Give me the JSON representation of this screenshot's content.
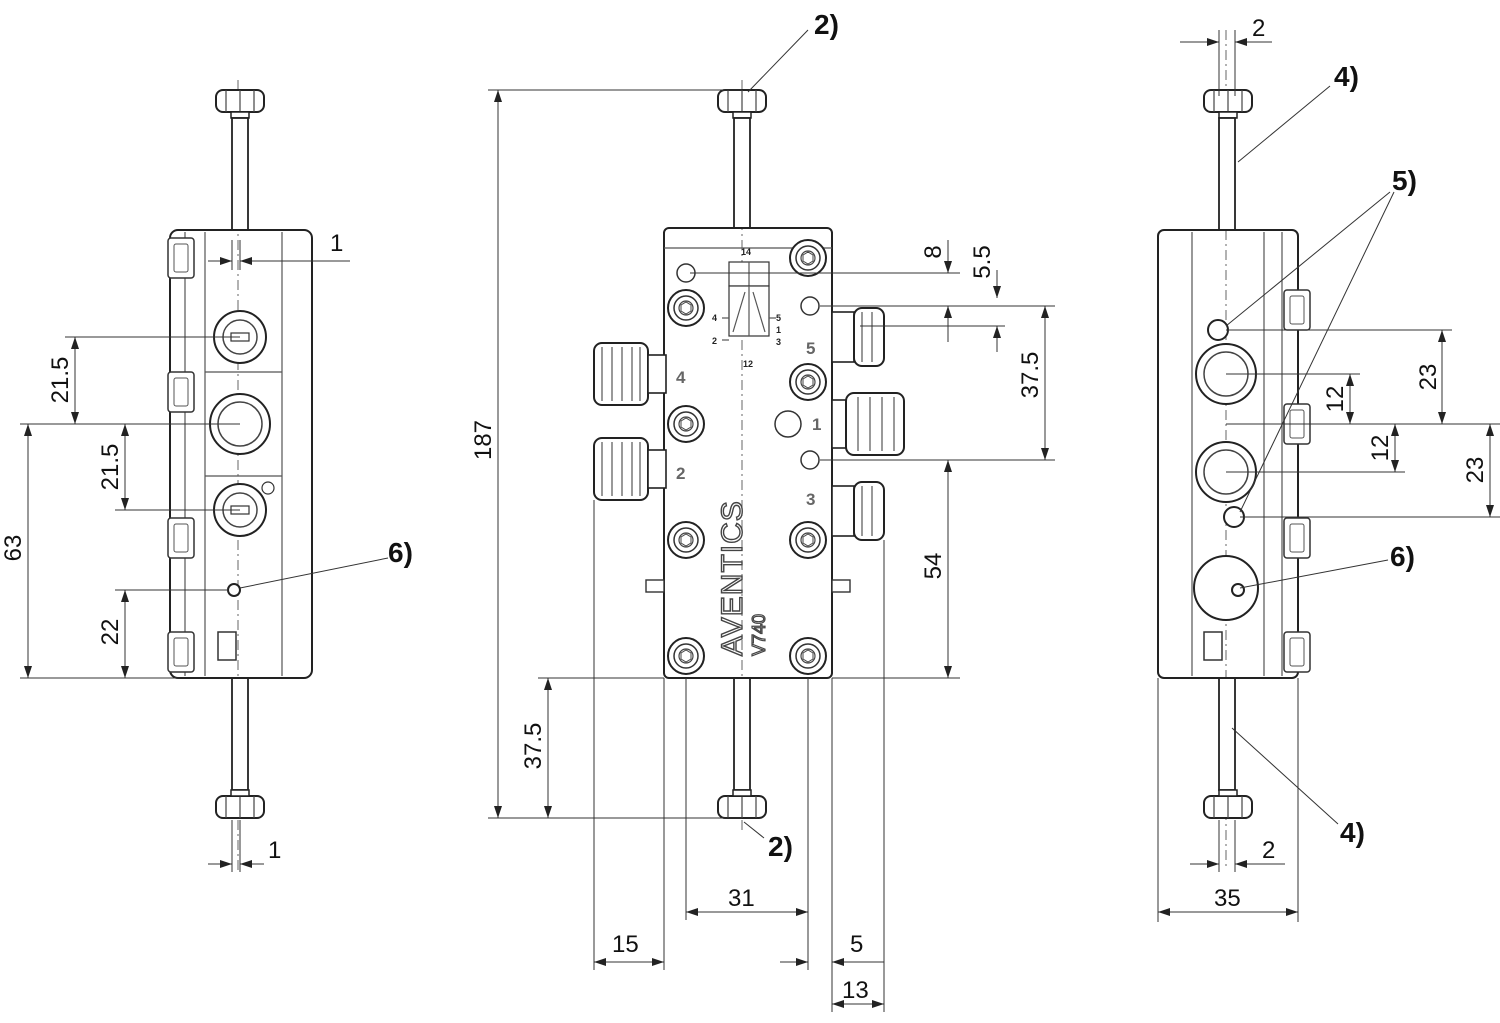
{
  "left_view": {
    "dims": {
      "d1_top": "1",
      "d21_5_a": "21.5",
      "d21_5_b": "21.5",
      "d63": "63",
      "d22": "22",
      "d1_bottom": "1"
    },
    "callout_6": "6)"
  },
  "center_view": {
    "dims": {
      "d187": "187",
      "d8": "8",
      "d5_5": "5.5",
      "d37_5_right": "37.5",
      "d54": "54",
      "d37_5_left": "37.5",
      "d31": "31",
      "d15": "15",
      "d5": "5",
      "d13": "13"
    },
    "callout_2_top": "2)",
    "callout_2_bottom": "2)",
    "ports": {
      "p4": "4",
      "p2": "2",
      "p5": "5",
      "p1": "1",
      "p3": "3"
    },
    "symbol": {
      "s14": "14",
      "s12": "12",
      "s4": "4",
      "s2": "2",
      "s5": "5",
      "s1": "1",
      "s3": "3"
    },
    "brand": "AVENTICS",
    "model": "V740"
  },
  "right_view": {
    "dims": {
      "d2_top": "2",
      "d23_a": "23",
      "d12_a": "12",
      "d12_b": "12",
      "d23_b": "23",
      "d2_bottom": "2",
      "d35": "35"
    },
    "callout_4_top": "4)",
    "callout_5": "5)",
    "callout_6": "6)",
    "callout_4_bottom": "4)"
  }
}
